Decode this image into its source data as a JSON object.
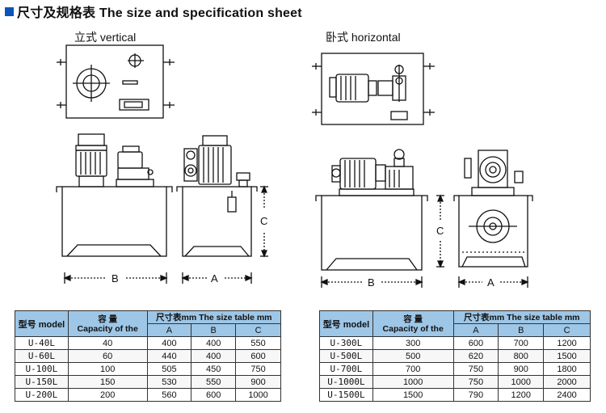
{
  "header": {
    "title": "尺寸及规格表 The size and specification sheet"
  },
  "sections": {
    "vertical_label": "立式  vertical",
    "horizontal_label": "卧式 horizontal"
  },
  "dimension_labels": {
    "a": "A",
    "b": "B",
    "c": "C"
  },
  "tables": {
    "headers": {
      "model": "型号 model",
      "capacity_cn": "容  量",
      "capacity_en": "Capacity of the",
      "size_table": "尺寸表mm The size table mm",
      "col_a": "A",
      "col_b": "B",
      "col_c": "C"
    },
    "vertical": {
      "rows": [
        {
          "model": "U-40L",
          "capacity": "40",
          "a": "400",
          "b": "400",
          "c": "550"
        },
        {
          "model": "U-60L",
          "capacity": "60",
          "a": "440",
          "b": "400",
          "c": "600"
        },
        {
          "model": "U-100L",
          "capacity": "100",
          "a": "505",
          "b": "450",
          "c": "750"
        },
        {
          "model": "U-150L",
          "capacity": "150",
          "a": "530",
          "b": "550",
          "c": "900"
        },
        {
          "model": "U-200L",
          "capacity": "200",
          "a": "560",
          "b": "600",
          "c": "1000"
        }
      ]
    },
    "horizontal": {
      "rows": [
        {
          "model": "U-300L",
          "capacity": "300",
          "a": "600",
          "b": "700",
          "c": "1200"
        },
        {
          "model": "U-500L",
          "capacity": "500",
          "a": "620",
          "b": "800",
          "c": "1500"
        },
        {
          "model": "U-700L",
          "capacity": "700",
          "a": "750",
          "b": "900",
          "c": "1800"
        },
        {
          "model": "U-1000L",
          "capacity": "1000",
          "a": "750",
          "b": "1000",
          "c": "2000"
        },
        {
          "model": "U-1500L",
          "capacity": "1500",
          "a": "790",
          "b": "1200",
          "c": "2400"
        }
      ]
    }
  },
  "colors": {
    "accent": "#0a55b8",
    "table_header": "#9ec6e6"
  }
}
